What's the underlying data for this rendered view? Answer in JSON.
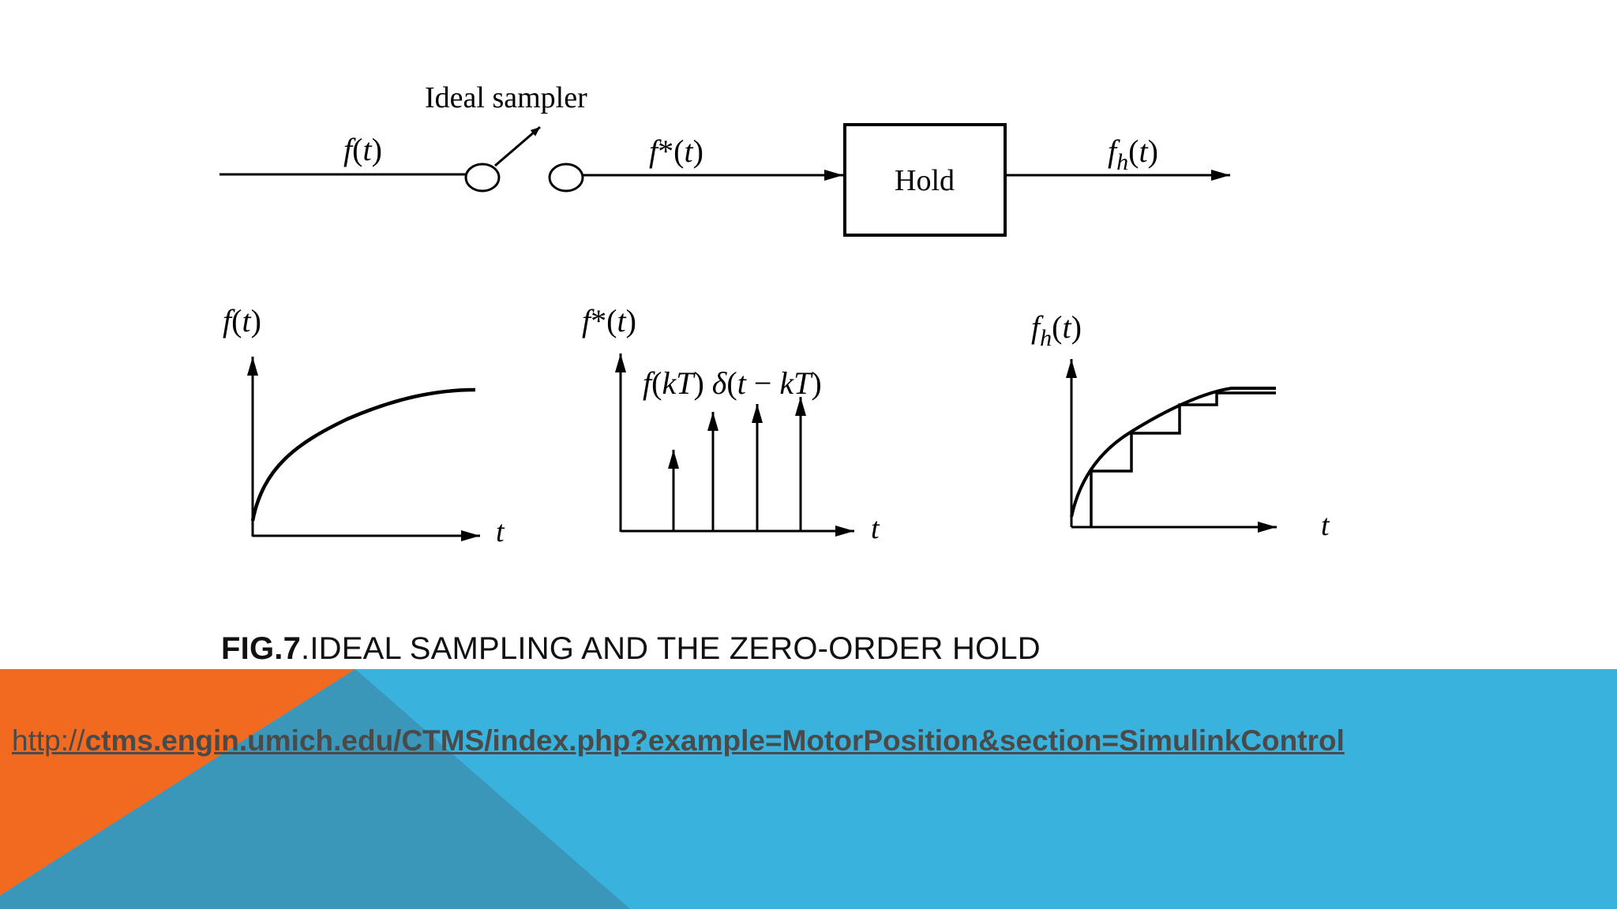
{
  "colors": {
    "orange": "#f26a20",
    "blue": "#3ab2de",
    "overlap_blue": "#3b97ba",
    "caption_text": "#111111",
    "link_text": "#4a4a4a"
  },
  "block_diagram": {
    "sampler_label": "Ideal sampler",
    "input_label": {
      "f": "f",
      "open": "(",
      "t": "t",
      "close": ")"
    },
    "sampled_label": {
      "f": "f",
      "star": "*(",
      "t": "t",
      "close": ")"
    },
    "hold_label": "Hold",
    "output_label": {
      "f": "f",
      "sub": "h",
      "open": "(",
      "t": "t",
      "close": ")"
    }
  },
  "plots": {
    "continuous": {
      "ylabel": {
        "f": "f",
        "open": "(",
        "t": "t",
        "close": ")"
      },
      "xlabel": "t"
    },
    "impulses": {
      "ylabel": {
        "f": "f",
        "star": "*(",
        "t": "t",
        "close": ")"
      },
      "xlabel": "t",
      "annotation": {
        "f": "f",
        "open": "(",
        "kT1": "kT",
        "mid": ") ",
        "delta": "δ",
        "open2": "(",
        "t": "t",
        "minus": " − ",
        "kT2": "kT",
        "close": ")"
      }
    },
    "held": {
      "ylabel": {
        "f": "f",
        "sub": "h",
        "open": "(",
        "t": "t",
        "close": ")"
      },
      "xlabel": "t"
    }
  },
  "caption": {
    "prefix": "FIG.7",
    "text": ".IDEAL SAMPLING AND THE ZERO-ORDER HOLD"
  },
  "link": {
    "prefix": "http://",
    "bold": "ctms.engin.umich.edu/CTMS/index.php?example=MotorPosition&section=SimulinkControl"
  }
}
